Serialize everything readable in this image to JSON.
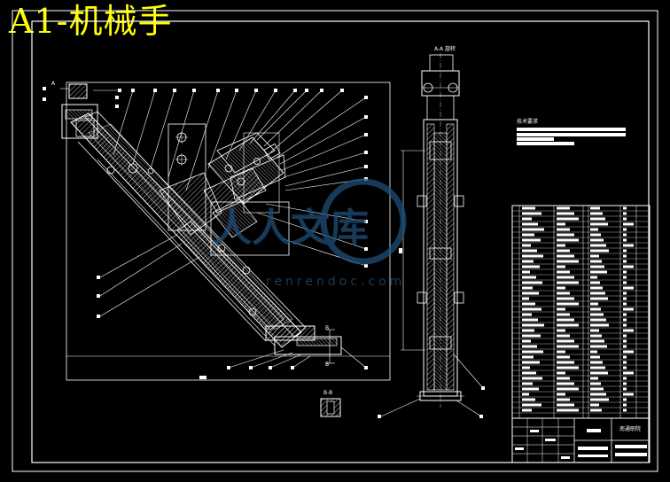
{
  "title": "A1-机械手",
  "view_labels": {
    "section_a": "A-A 旋转",
    "section_b": "B-B",
    "letter_a": "A",
    "letter_b": "B"
  },
  "tech_requirements": {
    "heading": "技术要求"
  },
  "title_block": {
    "school": "南通职院"
  },
  "watermark": {
    "brand": "人人文库",
    "url": "renrendoc.com"
  },
  "colors": {
    "background": "#000000",
    "lines": "#ffffff",
    "title": "#ffff00",
    "watermark": "#1e4f78"
  }
}
